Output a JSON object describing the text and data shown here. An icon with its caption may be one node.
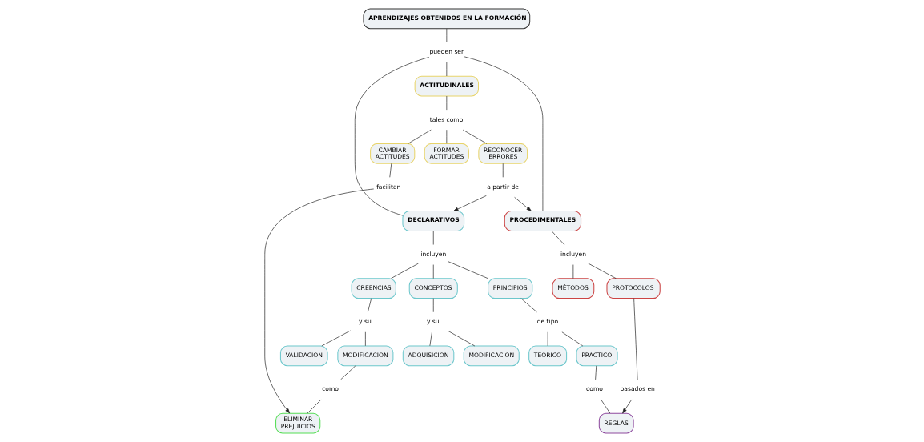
{
  "diagram": {
    "nodes": [
      {
        "text": [
          "APRENDIZAJES OBTENIDOS EN LA FORMACIÓN"
        ]
      },
      {
        "text": [
          "pueden ser"
        ]
      },
      {
        "text": [
          "DECLARATIVOS"
        ]
      },
      {
        "text": [
          "PROCEDIMENTALES"
        ]
      },
      {
        "text": [
          "ACTITUDINALES"
        ]
      },
      {
        "text": [
          "incluyen"
        ]
      },
      {
        "text": [
          "CONCEPTOS"
        ]
      },
      {
        "text": [
          "CREENCIAS"
        ]
      },
      {
        "text": [
          "PRINCIPIOS"
        ]
      },
      {
        "text": [
          "incluyen"
        ]
      },
      {
        "text": [
          "MÉTODOS"
        ]
      },
      {
        "text": [
          "PROTOCOLOS"
        ]
      },
      {
        "text": [
          "a partir de"
        ]
      },
      {
        "text": [
          "tales como"
        ]
      },
      {
        "text": [
          "RECONOCER ERRORES"
        ]
      },
      {
        "text": [
          "FORMAR ACTITUDES"
        ]
      },
      {
        "text": [
          "CAMBIAR ACTITUDES"
        ]
      },
      {
        "text": [
          "y su"
        ]
      },
      {
        "text": [
          "y su"
        ]
      },
      {
        "text": [
          "de tipo"
        ]
      },
      {
        "text": [
          "ADQUISICIÓN"
        ]
      },
      {
        "text": [
          "MODIFICACIÓN"
        ]
      },
      {
        "text": [
          "VALIDACIÓN"
        ]
      },
      {
        "text": [
          "MODIFICACIÓN"
        ]
      },
      {
        "text": [
          "TEÓRICO"
        ]
      },
      {
        "text": [
          "PRÁCTICO"
        ]
      },
      {
        "text": [
          "basados en"
        ]
      },
      {
        "text": [
          "como"
        ]
      },
      {
        "text": [
          "como"
        ]
      },
      {
        "text": [
          "ELIMINAR PREJUICIOS"
        ]
      },
      {
        "text": [
          "REGLAS"
        ]
      },
      {
        "text": [
          "facilitan"
        ]
      }
    ],
    "edges": [
      {
        "from": 0,
        "to": 1,
        "arrow": "none"
      },
      {
        "from": 1,
        "to": 2,
        "arrow": "none"
      },
      {
        "from": 1,
        "to": 3,
        "arrow": "none"
      },
      {
        "from": 1,
        "to": 4,
        "arrow": "none"
      },
      {
        "from": 2,
        "to": 5,
        "arrow": "none"
      },
      {
        "from": 5,
        "to": 6,
        "arrow": "none"
      },
      {
        "from": 5,
        "to": 7,
        "arrow": "none"
      },
      {
        "from": 5,
        "to": 8,
        "arrow": "none"
      },
      {
        "from": 3,
        "to": 9,
        "arrow": "none"
      },
      {
        "from": 9,
        "to": 10,
        "arrow": "none"
      },
      {
        "from": 9,
        "to": 11,
        "arrow": "none"
      },
      {
        "from": 4,
        "to": 13,
        "arrow": "none"
      },
      {
        "from": 13,
        "to": 14,
        "arrow": "none"
      },
      {
        "from": 13,
        "to": 15,
        "arrow": "none"
      },
      {
        "from": 13,
        "to": 16,
        "arrow": "none"
      },
      {
        "from": 14,
        "to": 12,
        "arrow": "none"
      },
      {
        "from": 12,
        "to": 2,
        "arrow": "to"
      },
      {
        "from": 12,
        "to": 3,
        "arrow": "to"
      },
      {
        "from": 6,
        "to": 17,
        "arrow": "none"
      },
      {
        "from": 17,
        "to": 20,
        "arrow": "none"
      },
      {
        "from": 17,
        "to": 21,
        "arrow": "none"
      },
      {
        "from": 7,
        "to": 18,
        "arrow": "none"
      },
      {
        "from": 18,
        "to": 22,
        "arrow": "none"
      },
      {
        "from": 18,
        "to": 23,
        "arrow": "none"
      },
      {
        "from": 8,
        "to": 19,
        "arrow": "none"
      },
      {
        "from": 19,
        "to": 24,
        "arrow": "none"
      },
      {
        "from": 19,
        "to": 25,
        "arrow": "none"
      },
      {
        "from": 11,
        "to": 26,
        "arrow": "none"
      },
      {
        "from": 26,
        "to": 30,
        "arrow": "to"
      },
      {
        "from": 23,
        "to": 27,
        "arrow": "none"
      },
      {
        "from": 27,
        "to": 29,
        "arrow": "none"
      },
      {
        "from": 25,
        "to": 28,
        "arrow": "none"
      },
      {
        "from": 28,
        "to": 30,
        "arrow": "none"
      },
      {
        "from": 16,
        "to": 31,
        "arrow": "none"
      },
      {
        "from": 31,
        "to": 29,
        "arrow": "to"
      }
    ]
  }
}
